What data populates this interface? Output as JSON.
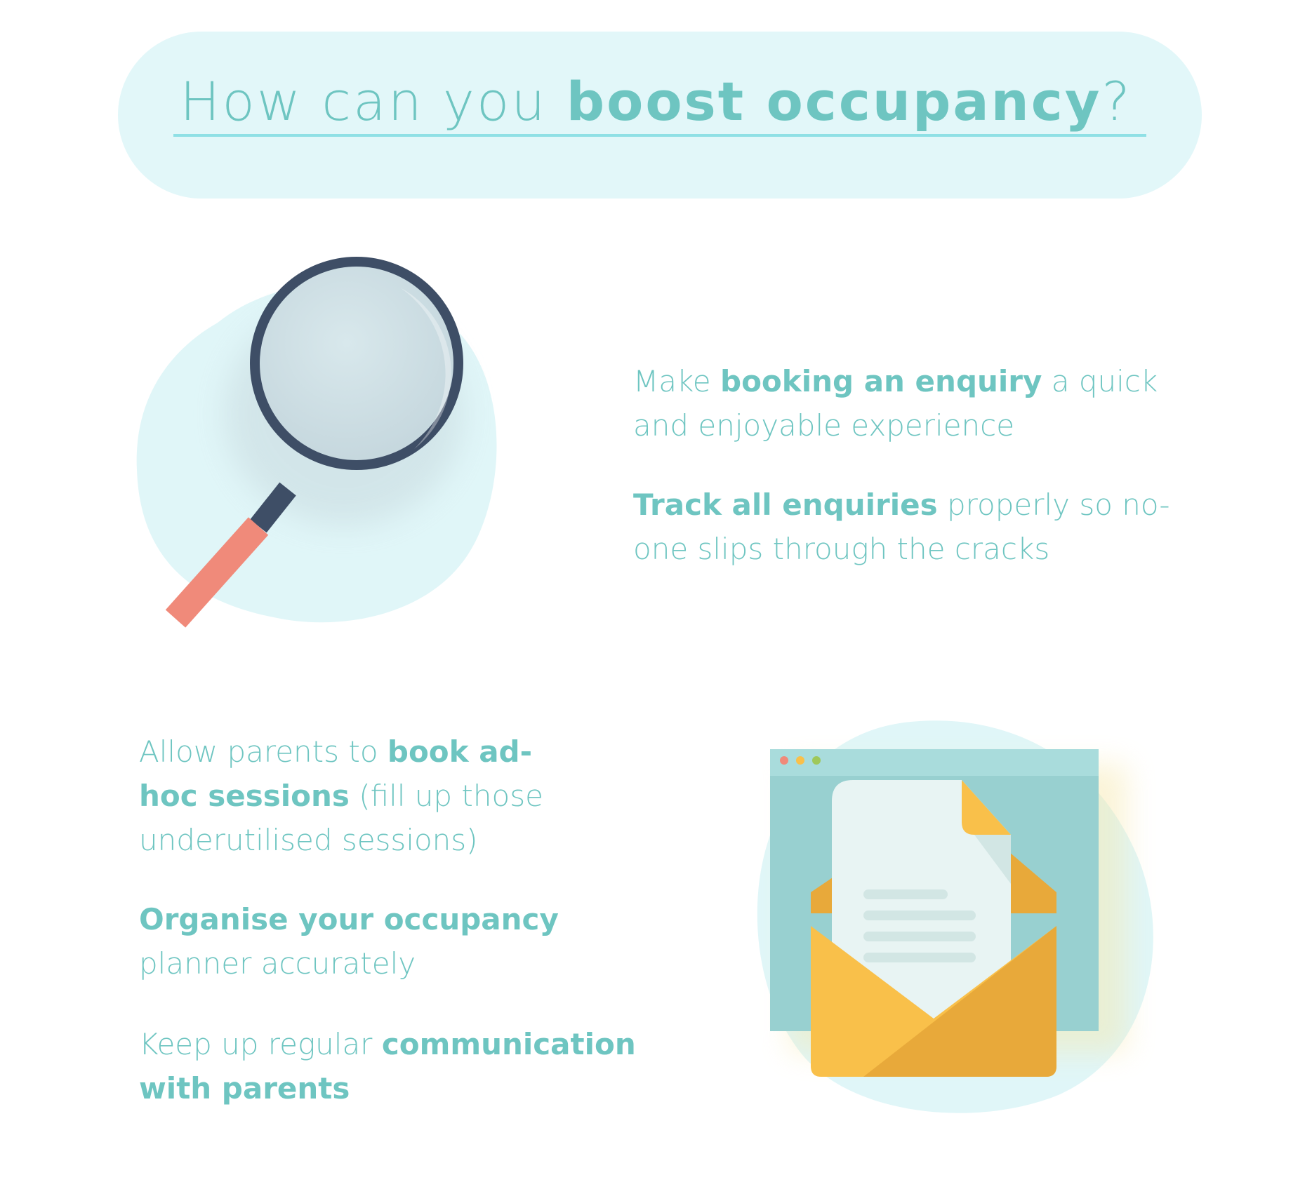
{
  "header": {
    "title_pre": "How can you ",
    "title_bold": "boost occupancy",
    "title_post": "?"
  },
  "section_one": {
    "illustration_icon": "magnifying-glass-icon",
    "items": [
      {
        "pre": "Make ",
        "bold": "booking an enquiry",
        "post": " a quick and enjoyable experience"
      },
      {
        "pre": "",
        "bold": "Track all enquiries",
        "post": " properly so no-one slips through the cracks"
      }
    ]
  },
  "section_two": {
    "illustration_icon": "email-envelope-icon",
    "items": [
      {
        "pre": "Allow parents to ",
        "bold": "book ad-hoc sessions",
        "post": " (fill up those underutilised sessions)"
      },
      {
        "pre": "",
        "bold": "Organise your occupancy",
        "post": " planner accurately"
      },
      {
        "pre": "Keep up regular ",
        "bold": "communication with parents",
        "post": ""
      }
    ]
  },
  "colors": {
    "accent_text": "#6ec5c1",
    "pill_background": "#e2f7f9",
    "underline": "#8fe0e5",
    "blob": "#e0f6f8",
    "magnifier_frame": "#3e4e66",
    "magnifier_handle": "#f08a7a",
    "envelope": "#f9c04a",
    "browser_window": "#98d0d0"
  }
}
